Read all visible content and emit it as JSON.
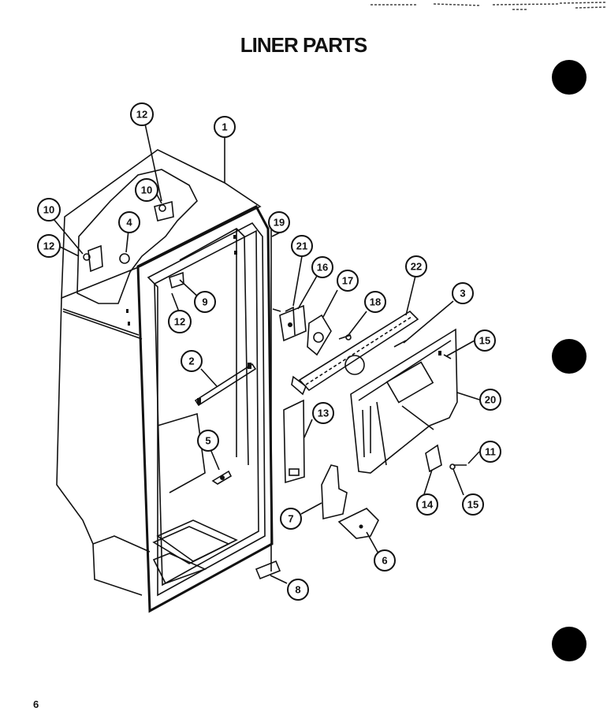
{
  "title": "LINER PARTS",
  "page_number": "6",
  "callouts": [
    "1",
    "2",
    "3",
    "4",
    "5",
    "6",
    "7",
    "8",
    "9",
    "10",
    "10",
    "11",
    "12",
    "12",
    "12",
    "13",
    "14",
    "15",
    "15",
    "16",
    "17",
    "18",
    "19",
    "20",
    "21",
    "22"
  ]
}
